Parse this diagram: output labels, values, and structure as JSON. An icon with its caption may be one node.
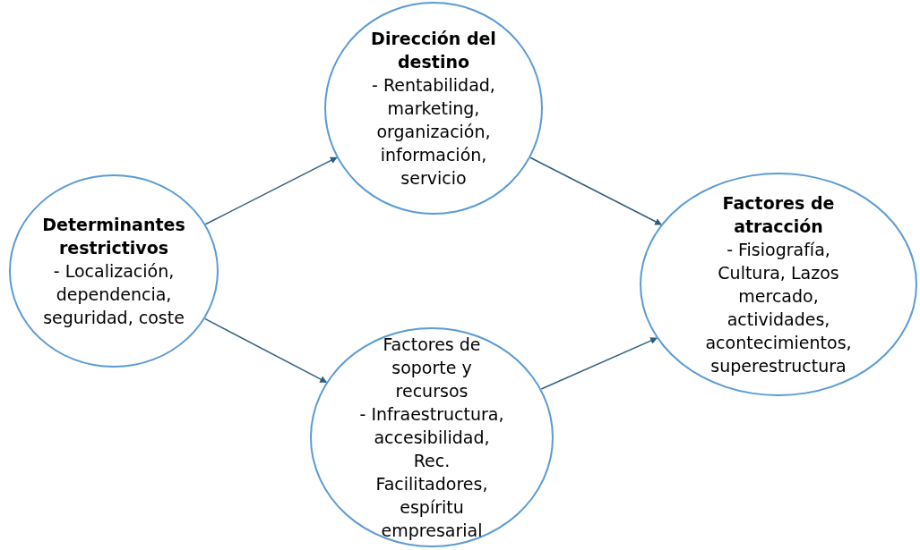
{
  "diagram": {
    "nodes": [
      {
        "text": [
          "Determinantes restrictivos",
          "- Localización, dependencia, seguridad, coste"
        ]
      },
      {
        "text": [
          "Dirección del destino",
          "- Rentabilidad, marketing, organización, información, servicio"
        ]
      },
      {
        "text": [
          "Factores de soporte y recursos",
          "- Infraestructura, accesibilidad, Rec. Facilitadores, espíritu empresarial"
        ]
      },
      {
        "text": [
          "Factores de atracción",
          "- Fisiografía, Cultura, Lazos mercado, actividades, acontecimientos, superestructura"
        ]
      }
    ],
    "edges": [
      {
        "from": 0,
        "to": 1,
        "arrow": "to"
      },
      {
        "from": 0,
        "to": 2,
        "arrow": "to"
      },
      {
        "from": 1,
        "to": 3,
        "arrow": "to"
      },
      {
        "from": 2,
        "to": 3,
        "arrow": "to"
      }
    ]
  }
}
